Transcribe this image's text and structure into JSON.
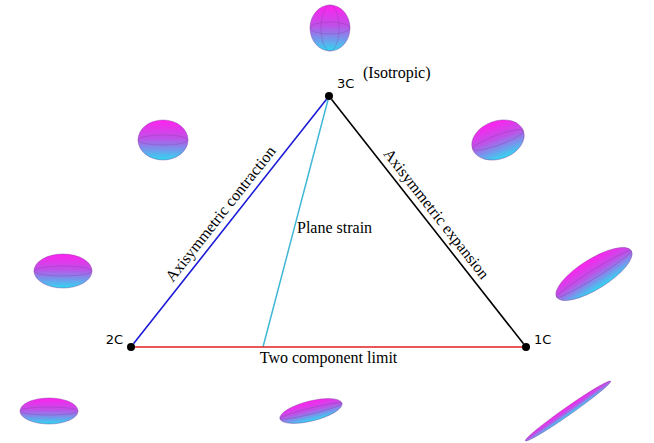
{
  "diagram": {
    "nodes": [
      {
        "text": [
          "3C",
          "(Isotropic)"
        ]
      },
      {
        "text": [
          "2C"
        ]
      },
      {
        "text": [
          "1C"
        ]
      }
    ],
    "edges": [
      {
        "from": 0,
        "to": 1,
        "label": "Axisymmetric contraction",
        "arrow": "none"
      },
      {
        "from": 0,
        "to": 2,
        "label": "Axisymmetric expansion",
        "arrow": "none"
      },
      {
        "from": 1,
        "to": 2,
        "label": "Two component limit",
        "arrow": "none"
      }
    ],
    "labels": [
      "Plane strain"
    ]
  }
}
